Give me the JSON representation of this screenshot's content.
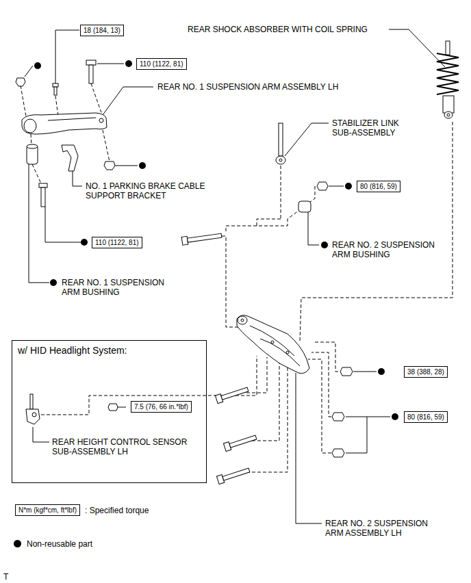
{
  "diagram": {
    "nodes": [
      {
        "text": [
          "18 (184, 13)"
        ]
      },
      {
        "text": [
          "110 (1122, 81)"
        ]
      },
      {
        "text": [
          "110 (1122, 81)"
        ]
      },
      {
        "text": [
          "80 (816, 59)"
        ]
      },
      {
        "text": [
          "w/ HID Headlight System:"
        ]
      },
      {
        "text": [
          "7.5 (76, 66 in.*lbf)"
        ],
        "in": 4
      },
      {
        "text": [
          "38 (388, 28)"
        ]
      },
      {
        "text": [
          "80 (816, 59)"
        ]
      },
      {
        "text": [
          "N*m (kgf*cm, ft*lbf)"
        ]
      }
    ],
    "labels": [
      "REAR SHOCK ABSORBER WITH COIL SPRING",
      "REAR NO. 1 SUSPENSION ARM ASSEMBLY LH",
      "STABILIZER LINK SUB-ASSEMBLY",
      "NO. 1 PARKING BRAKE CABLE SUPPORT BRACKET",
      "REAR NO. 2 SUSPENSION ARM BUSHING",
      "REAR NO. 1 SUSPENSION ARM BUSHING",
      "REAR HEIGHT CONTROL SENSOR SUB-ASSEMBLY LH",
      "REAR NO. 2 SUSPENSION ARM ASSEMBLY LH",
      "T"
    ],
    "legend": [
      {
        "text": ": Specified torque"
      },
      {
        "text": "Non-reusable part",
        "color": "#000000"
      }
    ]
  }
}
